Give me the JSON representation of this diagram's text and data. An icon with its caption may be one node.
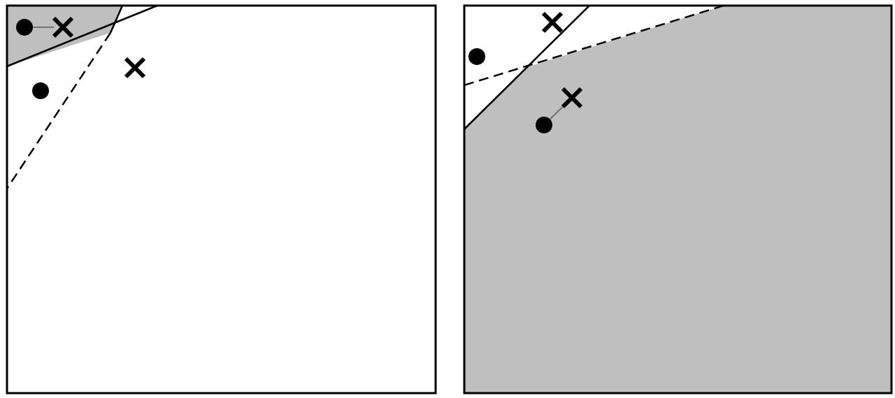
{
  "diagram": {
    "nodes": [
      {
        "text": [],
        "shape": "box"
      },
      {
        "text": [],
        "shape": "circle",
        "in": 0
      },
      {
        "text": [],
        "shape": "cross",
        "in": 0
      },
      {
        "text": [],
        "shape": "circle",
        "in": 0
      },
      {
        "text": [],
        "shape": "cross",
        "in": 0
      },
      {
        "text": [],
        "shape": "box"
      },
      {
        "text": [],
        "shape": "cross",
        "in": 5
      },
      {
        "text": [],
        "shape": "circle",
        "in": 5
      },
      {
        "text": [],
        "shape": "cross",
        "in": 5
      },
      {
        "text": [],
        "shape": "circle",
        "in": 5
      }
    ],
    "edges": [
      {
        "from": 1,
        "to": 2,
        "arrow": "none"
      },
      {
        "from": 9,
        "to": 8,
        "arrow": "none"
      }
    ]
  }
}
